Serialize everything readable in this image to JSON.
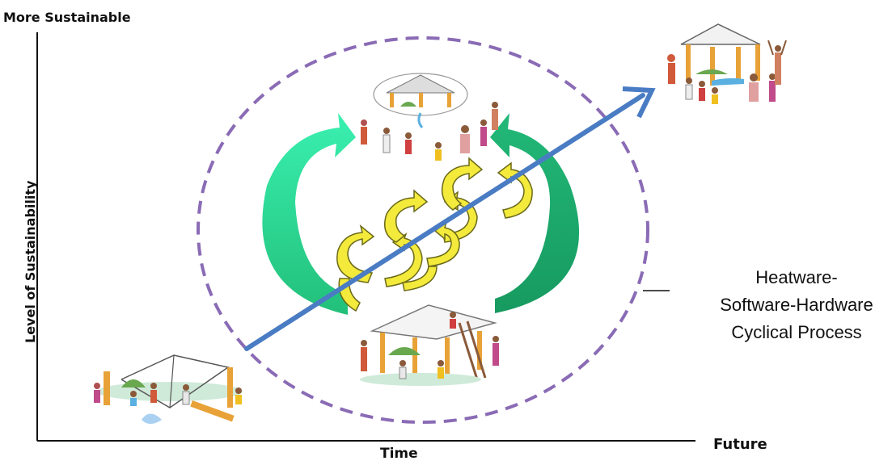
{
  "labels": {
    "top": "More Sustainable",
    "y_axis": "Level of Sustainability",
    "x_axis": "Time",
    "future": "Future",
    "caption": [
      "Heatware-",
      "Software-Hardware",
      "Cyclical Process"
    ]
  },
  "colors": {
    "axis": "#111111",
    "dashed_ellipse": "#8a6bb5",
    "progress_arrow": "#4a7cc4",
    "cycle_arrow_light": "#2ee6a0",
    "cycle_arrow_dark": "#1aa870",
    "small_arrows": "#f3ea3c",
    "small_arrows_outline": "#6b6a1a"
  },
  "illustrations": [
    "start-gathering-illustration",
    "planning-community-illustration",
    "building-hut-illustration",
    "completed-pavilion-illustration"
  ]
}
